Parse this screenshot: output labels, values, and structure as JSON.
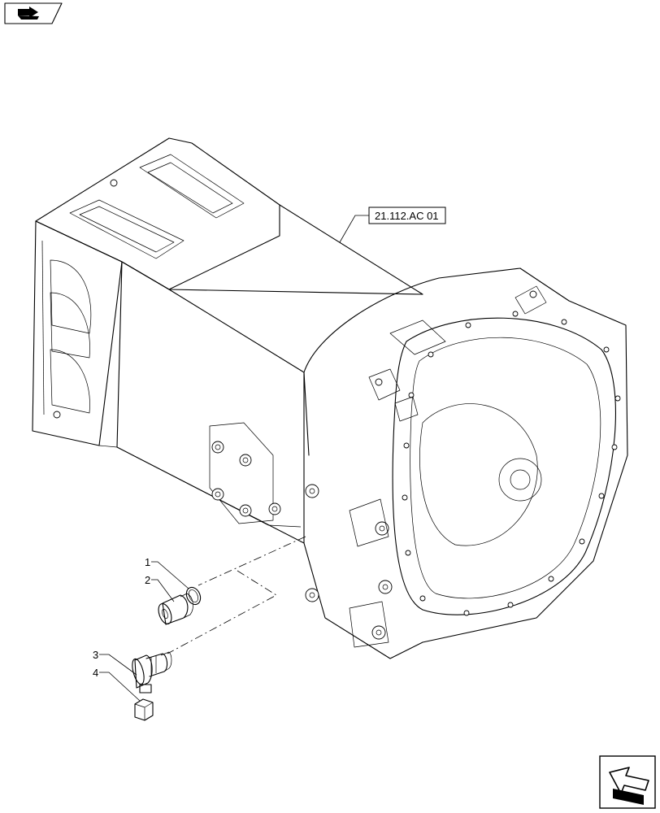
{
  "reference_label": "21.112.AC 01",
  "callouts": [
    {
      "number": "1",
      "part": "o-ring"
    },
    {
      "number": "2",
      "part": "plug"
    },
    {
      "number": "3",
      "part": "banjo-fitting"
    },
    {
      "number": "4",
      "part": "nut"
    }
  ],
  "icons": {
    "top_left": "book-with-arrow-icon",
    "bottom_right": "previous-page-arrow-icon"
  }
}
